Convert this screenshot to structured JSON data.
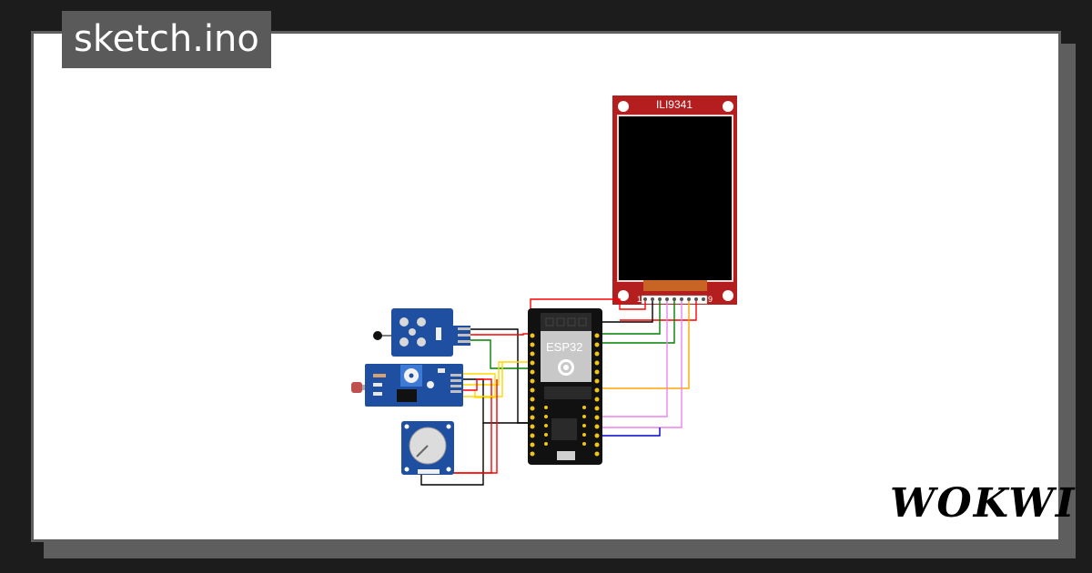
{
  "project": {
    "filename": "sketch.ino"
  },
  "brand": {
    "name": "WOKWI"
  },
  "components": {
    "display": {
      "label": "ILI9341",
      "pin_first": "1",
      "pin_last": "9"
    },
    "mcu": {
      "label": "ESP32"
    }
  },
  "colors": {
    "background": "#1c1c1c",
    "card": "#ffffff",
    "frame": "#5e5e5e",
    "display_pcb": "#b41e1e",
    "sensor_pcb": "#1e4fa0",
    "wire_red": "#ff0000",
    "wire_black": "#000000",
    "wire_green": "#008000",
    "wire_yellow": "#ffd700",
    "wire_orange": "#ffa500",
    "wire_violet": "#ee82ee",
    "wire_blue": "#0000cd"
  }
}
